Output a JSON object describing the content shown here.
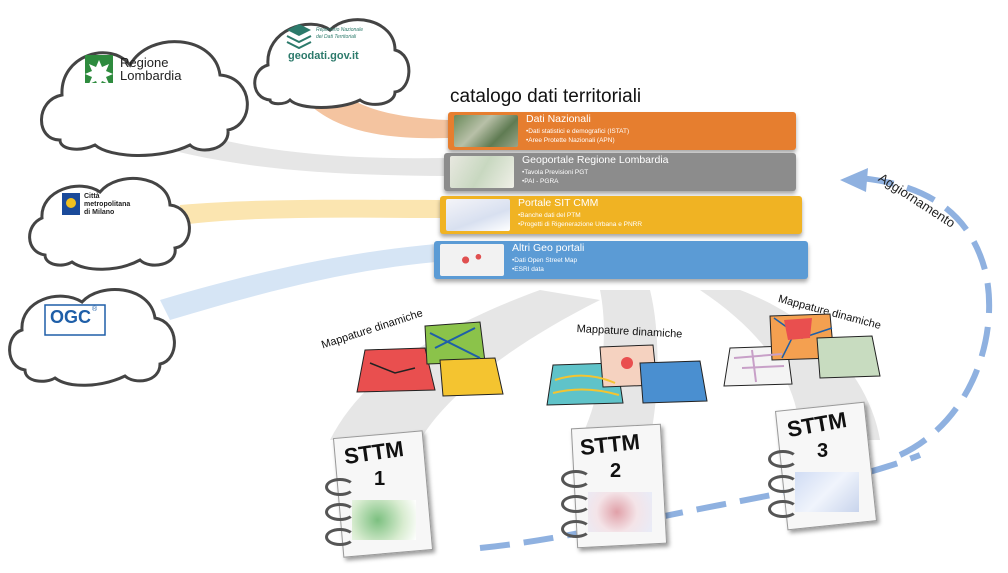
{
  "catalog": {
    "title": "catalogo dati territoriali",
    "sections": [
      {
        "title": "Dati Nazionali",
        "items": [
          "•Dati statistici e demografici (ISTAT)",
          "•Aree Protette Nazionali (APN)"
        ],
        "color": "#e67e2f"
      },
      {
        "title": "Geoportale Regione Lombardia",
        "items": [
          "•Tavola Previsioni PGT",
          "•PAI - PGRA"
        ],
        "color": "#8c8c8c"
      },
      {
        "title": "Portale SIT CMM",
        "items": [
          "•Banche dati del PTM",
          "•Progetti di Rigenerazione Urbana e PNRR"
        ],
        "color": "#f0b323"
      },
      {
        "title": "Altri Geo portali",
        "items": [
          "•Dati Open Street Map",
          "•ESRI data"
        ],
        "color": "#5b9bd5"
      }
    ]
  },
  "sources": {
    "regione": {
      "line1": "Regione",
      "line2": "Lombardia"
    },
    "geodati": {
      "small1": "Repertorio Nazionale",
      "small2": "dei Dati Territoriali",
      "name": "geodati.gov.it"
    },
    "citta": {
      "line1": "Città",
      "line2": "metropolitana",
      "line3": "di Milano"
    },
    "ogc": {
      "name": "OGC",
      "reg": "®"
    }
  },
  "maps": {
    "label": "Mappature dinamiche"
  },
  "update": {
    "label": "Aggiornamento"
  },
  "notebooks": [
    {
      "title": "STTM",
      "number": "1"
    },
    {
      "title": "STTM",
      "number": "2"
    },
    {
      "title": "STTM",
      "number": "3"
    }
  ],
  "colors": {
    "orange": "#e67e2f",
    "gray": "#8c8c8c",
    "yellow": "#f0b323",
    "blue": "#5b9bd5",
    "regione_green": "#2e8b3e"
  }
}
